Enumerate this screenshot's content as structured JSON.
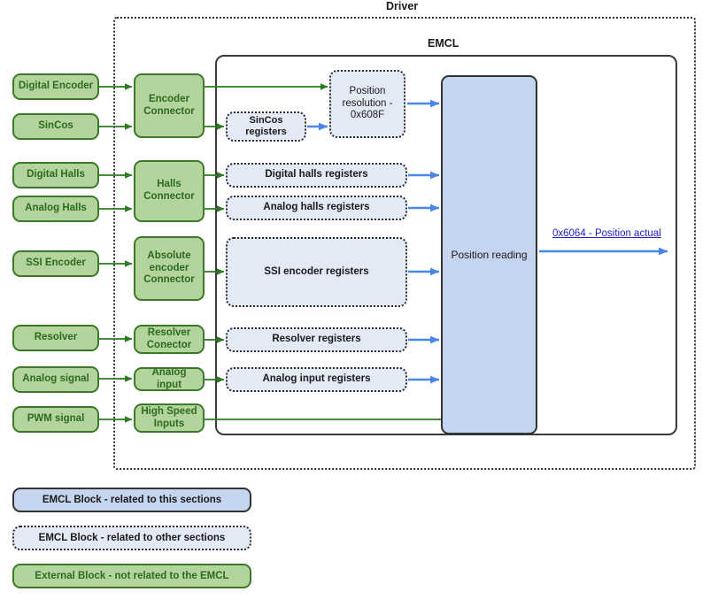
{
  "diagram": {
    "containers": {
      "driver_title": "Driver",
      "emcl_title": "EMCL"
    },
    "sources": [
      {
        "id": "digital-encoder",
        "label": "Digital Encoder"
      },
      {
        "id": "sincos",
        "label": "SinCos"
      },
      {
        "id": "digital-halls",
        "label": "Digital Halls"
      },
      {
        "id": "analog-halls",
        "label": "Analog Halls"
      },
      {
        "id": "ssi-encoder",
        "label": "SSI Encoder"
      },
      {
        "id": "resolver",
        "label": "Resolver"
      },
      {
        "id": "analog-signal",
        "label": "Analog signal"
      },
      {
        "id": "pwm-signal",
        "label": "PWM signal"
      }
    ],
    "connectors": [
      {
        "id": "encoder-connector",
        "label": "Encoder Connector"
      },
      {
        "id": "halls-connector",
        "label": "Halls Connector"
      },
      {
        "id": "absolute-encoder-connector",
        "label": "Absolute encoder Connector"
      },
      {
        "id": "resolver-connector",
        "label": "Resolver Conector"
      },
      {
        "id": "analog-input",
        "label": "Analog input"
      },
      {
        "id": "high-speed-inputs",
        "label": "High Speed Inputs"
      }
    ],
    "emcl_blocks": [
      {
        "id": "sincos-registers",
        "label": "SinCos registers"
      },
      {
        "id": "position-resolution",
        "label": "Position resolution - 0x608F"
      },
      {
        "id": "digital-halls-registers",
        "label": "Digital halls registers"
      },
      {
        "id": "analog-halls-registers",
        "label": "Analog halls registers"
      },
      {
        "id": "ssi-encoder-registers",
        "label": "SSI encoder registers"
      },
      {
        "id": "resolver-registers",
        "label": "Resolver registers"
      },
      {
        "id": "analog-input-registers",
        "label": "Analog input registers"
      },
      {
        "id": "position-reading",
        "label": "Position reading"
      }
    ],
    "output_link": {
      "label": "0x6064 - Position actual"
    },
    "legend": [
      {
        "id": "legend-this",
        "label": "EMCL Block - related to this sections"
      },
      {
        "id": "legend-other",
        "label": "EMCL Block - related to other sections"
      },
      {
        "id": "legend-external",
        "label": "External Block - not related to the EMCL"
      }
    ],
    "colors": {
      "green_fill": "#b3d49c",
      "green_stroke": "#3a7a28",
      "green_text": "#2d6b1f",
      "emcl_other_fill": "#e4e9f6",
      "emcl_this_fill": "#c5d5ef",
      "green_arrow": "#2d7a22",
      "blue_arrow": "#4a86e8",
      "link_text": "#2020cc",
      "container_stroke": "#2f2f2f"
    }
  }
}
